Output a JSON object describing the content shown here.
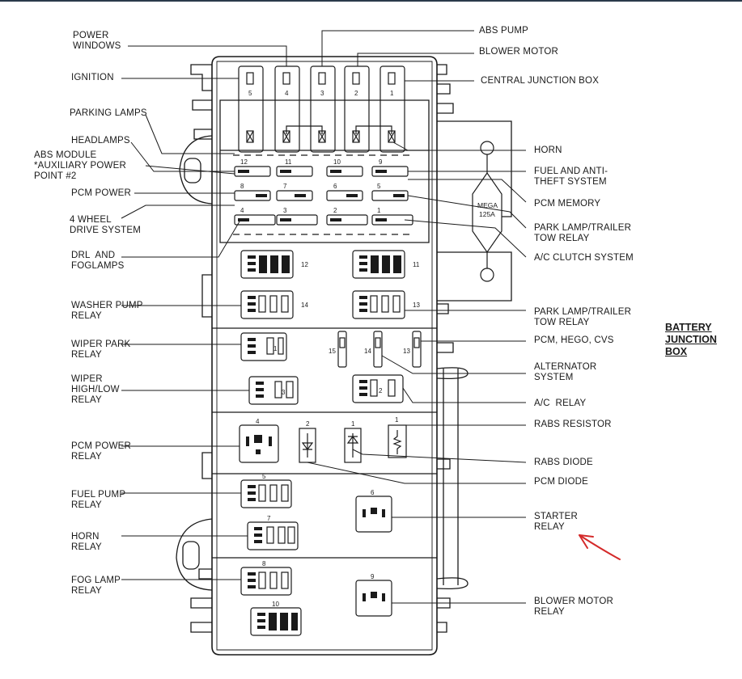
{
  "diagram": {
    "title_lines": [
      "BATTERY",
      "JUNCTION",
      "BOX"
    ],
    "mega_fuse": {
      "line1": "MEGA",
      "line2": "125A"
    },
    "left_labels": [
      "POWER\nWINDOWS",
      "IGNITION",
      "PARKING LAMPS",
      "HEADLAMPS",
      "ABS MODULE\n*AUXILIARY POWER\nPOINT #2",
      "PCM POWER",
      "4 WHEEL\nDRIVE SYSTEM",
      "DRL  AND\nFOGLAMPS",
      "WASHER PUMP\nRELAY",
      "WIPER PARK\nRELAY",
      "WIPER\nHIGH/LOW\nRELAY",
      "PCM POWER\nRELAY",
      "FUEL PUMP\nRELAY",
      "HORN\nRELAY",
      "FOG LAMP\nRELAY"
    ],
    "right_labels": [
      "ABS PUMP",
      "BLOWER MOTOR",
      "CENTRAL JUNCTION BOX",
      "HORN",
      "FUEL AND ANTI-\nTHEFT SYSTEM",
      "PCM MEMORY",
      "PARK LAMP/TRAILER\nTOW RELAY",
      "A/C CLUTCH SYSTEM",
      "PARK LAMP/TRAILER\nTOW RELAY",
      "PCM, HEGO, CVS",
      "ALTERNATOR\nSYSTEM",
      "A/C  RELAY",
      "RABS RESISTOR",
      "RABS DIODE",
      "PCM DIODE",
      "STARTER\nRELAY",
      "BLOWER MOTOR\nRELAY"
    ],
    "maxi_fuse_numbers": [
      "5",
      "4",
      "3",
      "2",
      "1"
    ],
    "mini_fuse_numbers": [
      "12",
      "11",
      "10",
      "9",
      "8",
      "7",
      "6",
      "5",
      "4",
      "3",
      "2",
      "1"
    ],
    "relay_numbers": [
      "12",
      "11",
      "14",
      "13",
      "1",
      "3",
      "2",
      "4",
      "5",
      "7",
      "8",
      "10",
      "6",
      "9"
    ],
    "vertical_fuse_numbers": [
      "15",
      "14",
      "13"
    ],
    "diode_numbers": [
      "2",
      "1",
      "1"
    ],
    "colors": {
      "line": "#1a1a1a",
      "annotation_arrow": "#d42a2a",
      "title_color": "#1a1a1a"
    }
  }
}
